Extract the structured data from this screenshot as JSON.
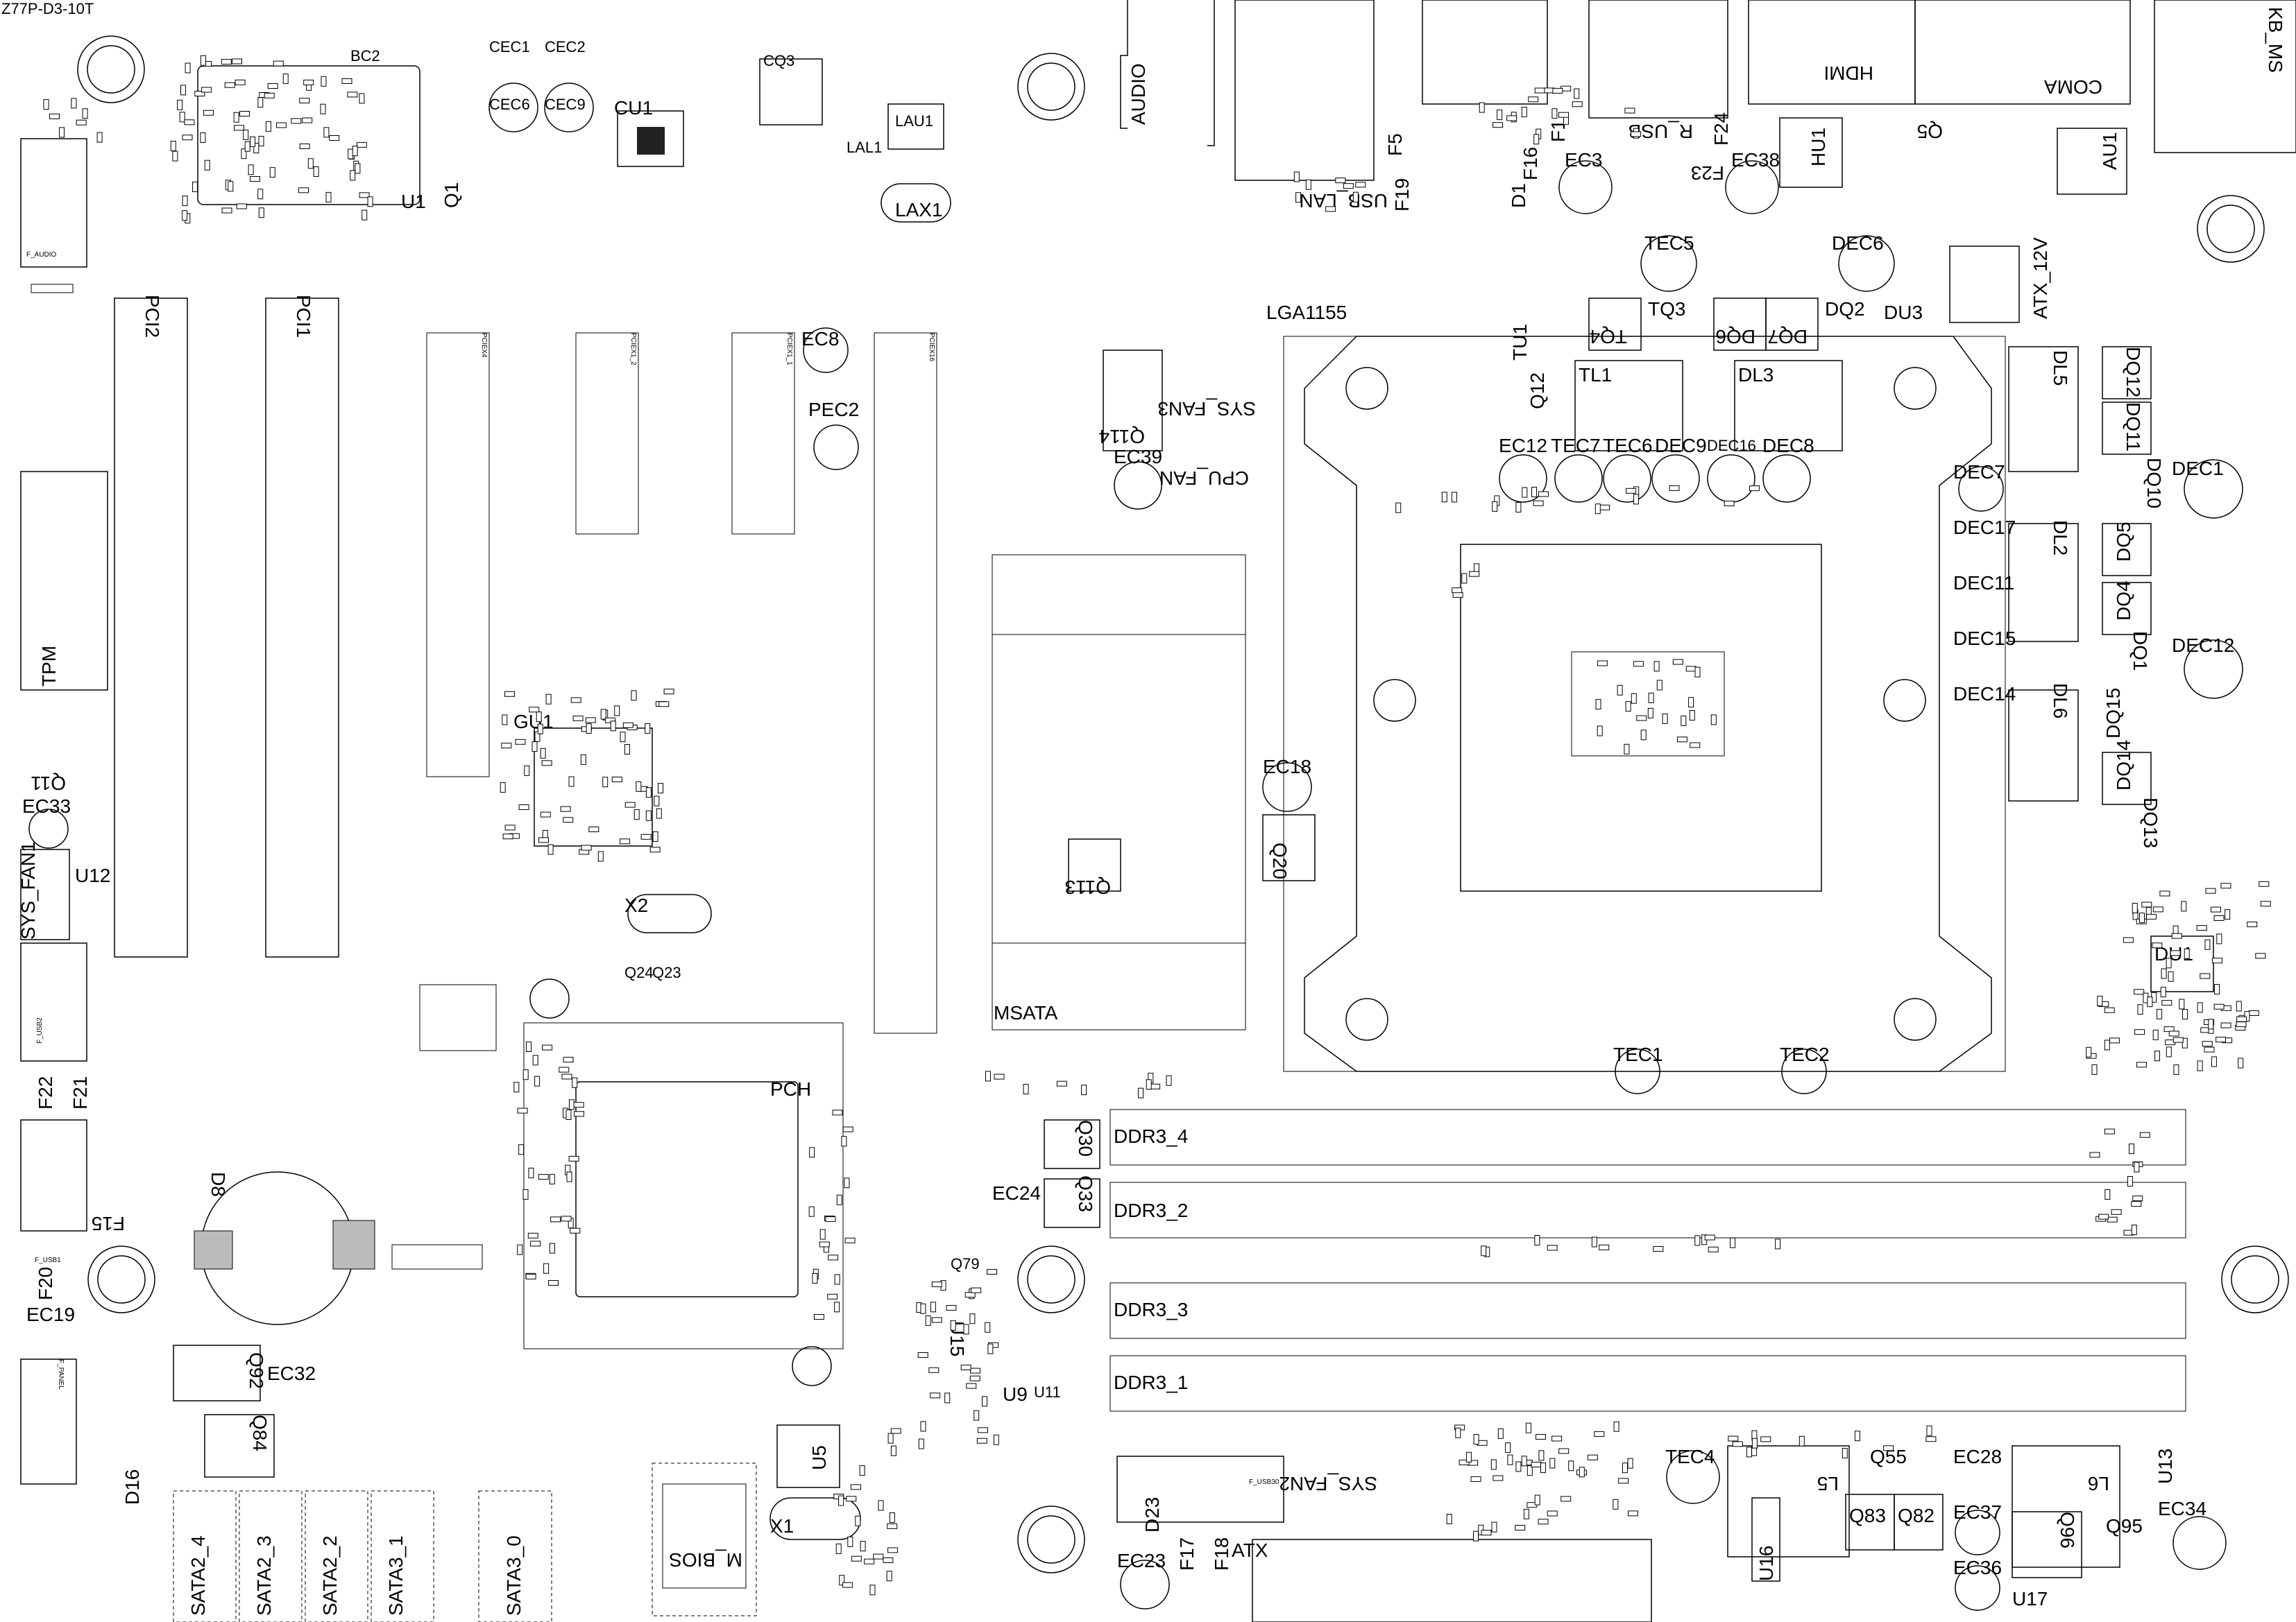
{
  "title": "Z77P-D3-10T",
  "labels": {
    "pci2": "PCI2",
    "pci1": "PCI1",
    "pciex4": "PCIEX4",
    "pciex1_2": "PCIEX1_2",
    "pciex1_1": "PCIEX1_1",
    "pciex16": "PCIEX16",
    "lga": "LGA1155",
    "msata": "MSATA",
    "pch": "PCH",
    "gu1": "GU1",
    "cu1": "CU1",
    "u1": "U1",
    "q1": "Q1",
    "bc2": "BC2",
    "tpm": "TPM",
    "q11": "Q11",
    "ec33": "EC33",
    "sys_fan1": "SYS_FAN1",
    "u12": "U12",
    "f_usb2": "F_USB2",
    "f22": "F22",
    "f21": "F21",
    "f_usb1": "F_USB1",
    "f15": "F15",
    "f20": "F20",
    "ec19": "EC19",
    "d8": "D8",
    "f_audio": "F_AUDIO",
    "x2": "X2",
    "q24": "Q24",
    "q23": "Q23",
    "audio": "AUDIO",
    "usb_lan": "USB_LAN",
    "hdmi": "HDMI",
    "r_usb": "R_USB",
    "coma": "COMA",
    "kb_ms": "KB_MS",
    "f1": "F1",
    "f5": "F5",
    "f16": "F16",
    "f19": "F19",
    "d1": "D1",
    "ec3": "EC3",
    "f24": "F24",
    "f23": "F23",
    "ec38": "EC38",
    "hu1": "HU1",
    "q5": "Q5",
    "au1": "AU1",
    "tec5": "TEC5",
    "dec6": "DEC6",
    "tq3": "TQ3",
    "tq4": "TQ4",
    "dq2": "DQ2",
    "du3": "DU3",
    "dq7": "DQ7",
    "dq6": "DQ6",
    "atx_12v": "ATX_12V",
    "tu1": "TU1",
    "tl1": "TL1",
    "dl3": "DL3",
    "q12": "Q12",
    "ec12": "EC12",
    "tec7": "TEC7",
    "tec6": "TEC6",
    "dec9": "DEC9",
    "dec16": "DEC16",
    "dec8": "DEC8",
    "dl5": "DL5",
    "dq12": "DQ12",
    "dq11": "DQ11",
    "dec1": "DEC1",
    "dq10": "DQ10",
    "dec7": "DEC7",
    "dec17": "DEC17",
    "dl2": "DL2",
    "dq5": "DQ5",
    "dec11": "DEC11",
    "dq4": "DQ4",
    "dec15": "DEC15",
    "dq1": "DQ1",
    "dec12": "DEC12",
    "dec14": "DEC14",
    "dl6": "DL6",
    "dq15": "DQ15",
    "dq14": "DQ14",
    "dq13": "DQ13",
    "du1": "DU1",
    "ec8": "EC8",
    "pec2": "PEC2",
    "sys_fan3": "SYS_FAN3",
    "cpu_fan": "CPU_FAN",
    "q114": "Q114",
    "ec39": "EC39",
    "ec18": "EC18",
    "q20": "Q20",
    "q113": "Q113",
    "tec1": "TEC1",
    "tec2": "TEC2",
    "ddr3_4": "DDR3_4",
    "ddr3_2": "DDR3_2",
    "ddr3_3": "DDR3_3",
    "ddr3_1": "DDR3_1",
    "q30": "Q30",
    "q33": "Q33",
    "ec24": "EC24",
    "q79": "Q79",
    "u15": "U15",
    "u9": "U9",
    "u11": "U11",
    "x1": "X1",
    "u5": "U5",
    "m_bios": "M_BIOS",
    "sata2_4": "SATA2_4",
    "sata2_3": "SATA2_3",
    "sata2_2": "SATA2_2",
    "sata3_1": "SATA3_1",
    "sata3_0": "SATA3_0",
    "f_panel": "F_PANEL",
    "q92": "Q92",
    "ec32": "EC32",
    "q84": "Q84",
    "d16": "D16",
    "f_usb30": "F_USB30",
    "sys_fan2": "SYS_FAN2",
    "atx": "ATX",
    "d23": "D23",
    "ec23": "EC23",
    "f17": "F17",
    "f18": "F18",
    "tec4": "TEC4",
    "l5": "L5",
    "q55": "Q55",
    "q83": "Q83",
    "q82": "Q82",
    "ec28": "EC28",
    "ec37": "EC37",
    "ec36": "EC36",
    "l6": "L6",
    "u13": "U13",
    "ec34": "EC34",
    "q96": "Q96",
    "q95": "Q95",
    "u16": "U16",
    "u17": "U17",
    "cec1": "CEC1",
    "cec2": "CEC2",
    "cec6": "CEC6",
    "cec9": "CEC9",
    "cq3": "CQ3",
    "lau1": "LAU1",
    "lal1": "LAL1",
    "lax1": "LAX1"
  }
}
